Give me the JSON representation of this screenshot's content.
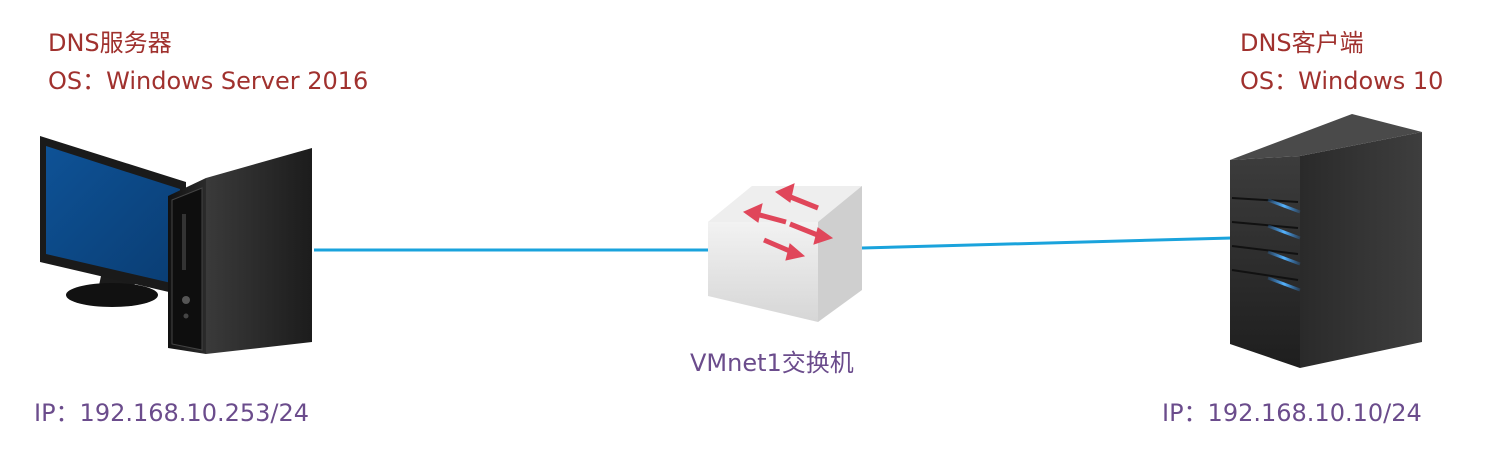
{
  "server": {
    "title": "DNS服务器",
    "os": "OS：Windows Server 2016",
    "ip": "IP：192.168.10.253/24"
  },
  "client": {
    "title": "DNS客户端",
    "os": "OS：Windows 10",
    "ip": "IP：192.168.10.10/24"
  },
  "switch": {
    "label": "VMnet1交换机"
  },
  "colors": {
    "link": "#1aa3dc",
    "title_text": "#a0312e",
    "ip_text": "#6b4c8c",
    "screen": "#0d4a8a",
    "switch_arrows": "#e0465a",
    "server_leds": "#2e8ff0"
  }
}
